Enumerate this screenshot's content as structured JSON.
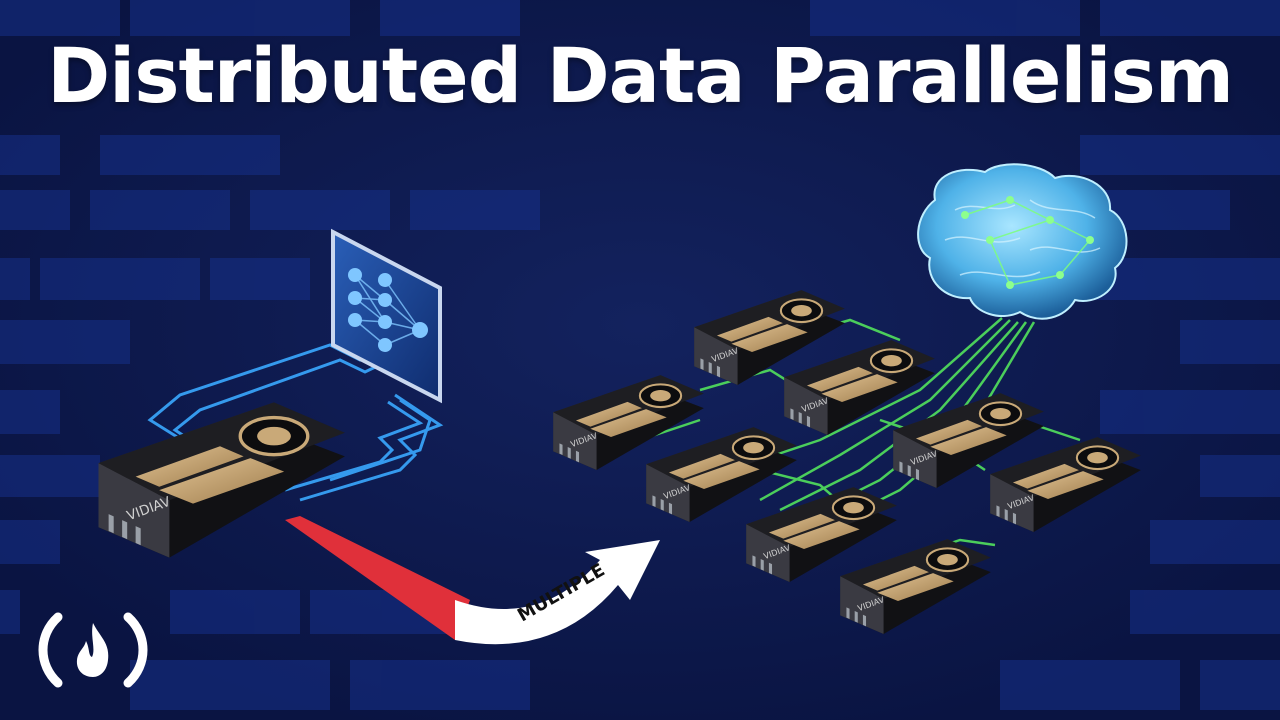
{
  "header": {
    "title": "Distributed Data Parallelism"
  },
  "arrow": {
    "label": "MULTIPLE"
  },
  "gpu": {
    "brand_text": "VIDIAV"
  },
  "colors": {
    "background": "#0d1a4f",
    "brick": "#16308a",
    "neural_blue": "#3aa8ff",
    "network_green": "#4fd85c",
    "arrow_red": "#e0303a",
    "arrow_white": "#ffffff",
    "gpu_gold": "#c9a978",
    "gpu_body": "#1b1b1f"
  },
  "icons": [
    "freecodecamp-logo-icon",
    "brain-icon",
    "neural-network-icon",
    "gpu-icon",
    "arrow-icon"
  ]
}
